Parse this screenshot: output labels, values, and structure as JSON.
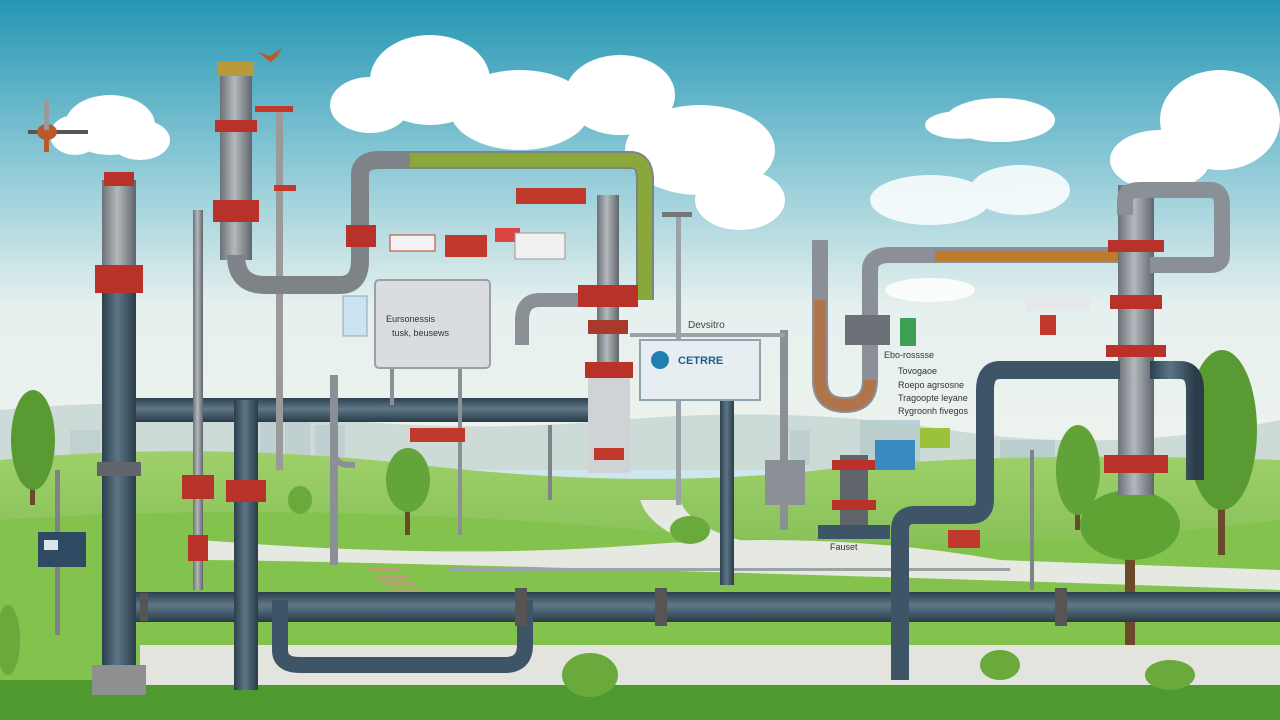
{
  "scene": {
    "description_free": true,
    "colors": {
      "sky_top": "#2a9fb8",
      "sky_bottom": "#e9f2f0",
      "grass": "#7cc24f",
      "grass_dark": "#4f9a2e",
      "pipe_blue": "#3d5566",
      "pipe_grey": "#8a9096",
      "pipe_green": "#8aa83a",
      "pipe_orange": "#c07a2c",
      "flange_red": "#b8322a",
      "path": "#e4e4df"
    },
    "icons": [
      "drone-icon",
      "bird-icon",
      "meter-box-icon"
    ]
  },
  "signs": {
    "sign_a_line1": "Eursonessis",
    "sign_a_line2": "tusk, beusews",
    "sign_b_title": "Devsitro",
    "sign_b_text": "CETRRE",
    "sign_c_line1": "Ebo-rosssse",
    "sign_c_line2": "Tovogaoe",
    "sign_c_line3": "Roepo agrsosne",
    "sign_c_line4": "Tragoopte leyane",
    "sign_c_line5": "Rygroonh fivegos",
    "sign_d": "Fauset"
  }
}
